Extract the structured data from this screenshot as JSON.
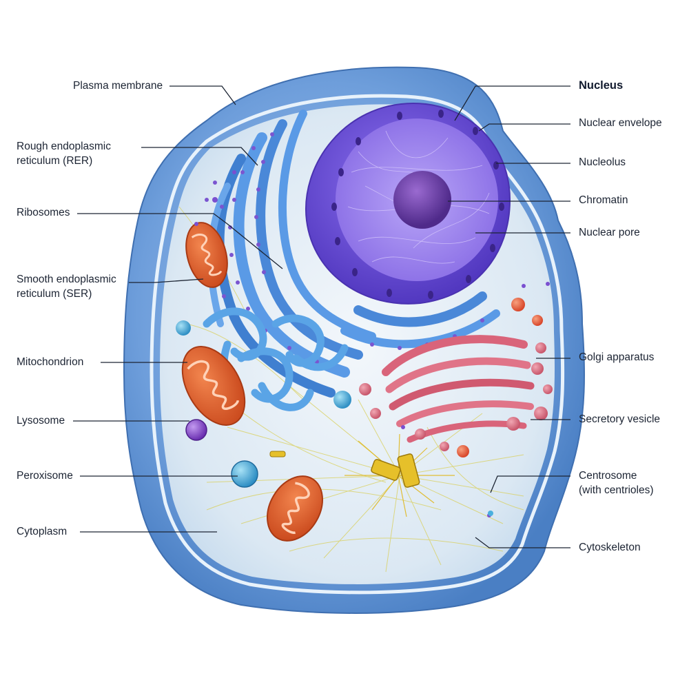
{
  "labels": {
    "plasma_membrane": "Plasma membrane",
    "rer_line1": "Rough endoplasmic",
    "rer_line2": "reticulum (RER)",
    "ribosomes": "Ribosomes",
    "ser_line1": "Smooth endoplasmic",
    "ser_line2": "reticulum (SER)",
    "mitochondrion": "Mitochondrion",
    "lysosome": "Lysosome",
    "peroxisome": "Peroxisome",
    "cytoplasm": "Cytoplasm",
    "nucleus": "Nucleus",
    "nuclear_envelope": "Nuclear envelope",
    "nucleolus": "Nucleolus",
    "chromatin": "Chromatin",
    "nuclear_pore": "Nuclear pore",
    "golgi": "Golgi apparatus",
    "secretory_vesicle": "Secretory vesicle",
    "centrosome_line1": "Centrosome",
    "centrosome_line2": "(with centrioles)",
    "cytoskeleton": "Cytoskeleton"
  },
  "colors": {
    "membrane": "#5b8fd0",
    "cytoplasm": "#dfeaf4",
    "nucleus": "#6a4fd6",
    "nucleolus": "#6a3fa8",
    "er": "#4a90e2",
    "mitochondrion": "#e8622c",
    "golgi": "#d9647a",
    "lysosome": "#8a4fd0",
    "peroxisome": "#4ab0de",
    "centrioles": "#e0b820",
    "leader_line": "#1c2433"
  }
}
